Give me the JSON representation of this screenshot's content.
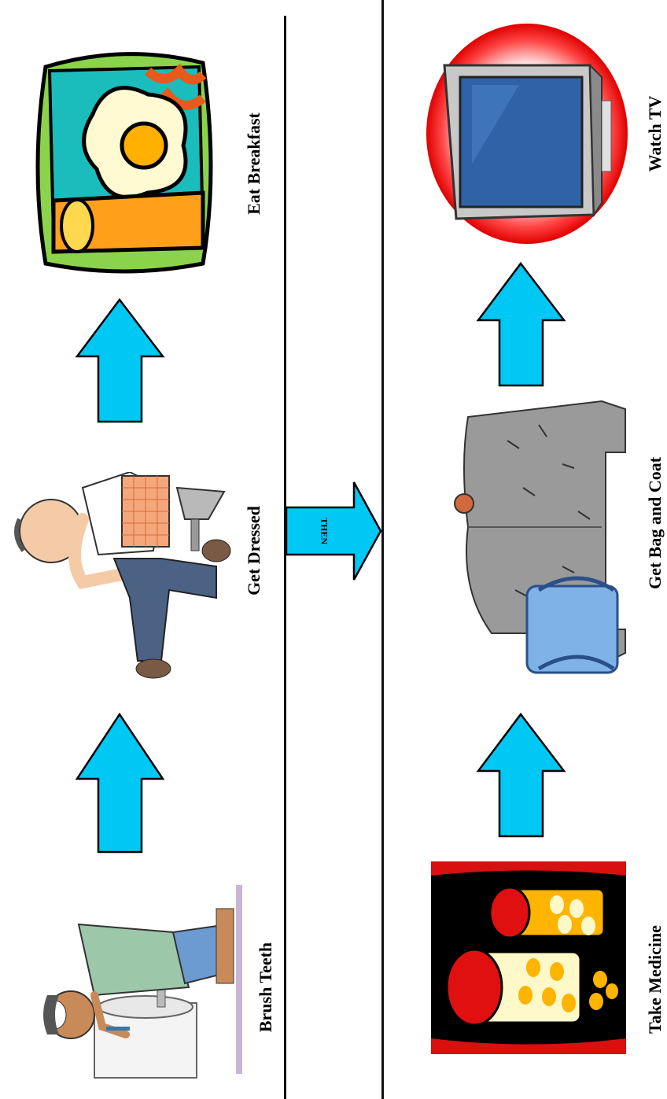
{
  "board": {
    "steps_first": [
      {
        "label": "Brush Teeth",
        "icon": "brushing-teeth-icon"
      },
      {
        "label": "Get Dressed",
        "icon": "getting-dressed-icon"
      },
      {
        "label": "Eat Breakfast",
        "icon": "breakfast-egg-icon"
      }
    ],
    "connector_label": "THEN",
    "steps_then": [
      {
        "label": "Take Medicine",
        "icon": "medicine-pills-icon"
      },
      {
        "label": "Get Bag and Coat",
        "icon": "bag-and-coat-icon"
      },
      {
        "label": "Watch TV",
        "icon": "television-icon"
      }
    ],
    "colors": {
      "arrow_fill": "#00C8F5",
      "arrow_stroke": "#000000",
      "divider": "#111111"
    }
  }
}
